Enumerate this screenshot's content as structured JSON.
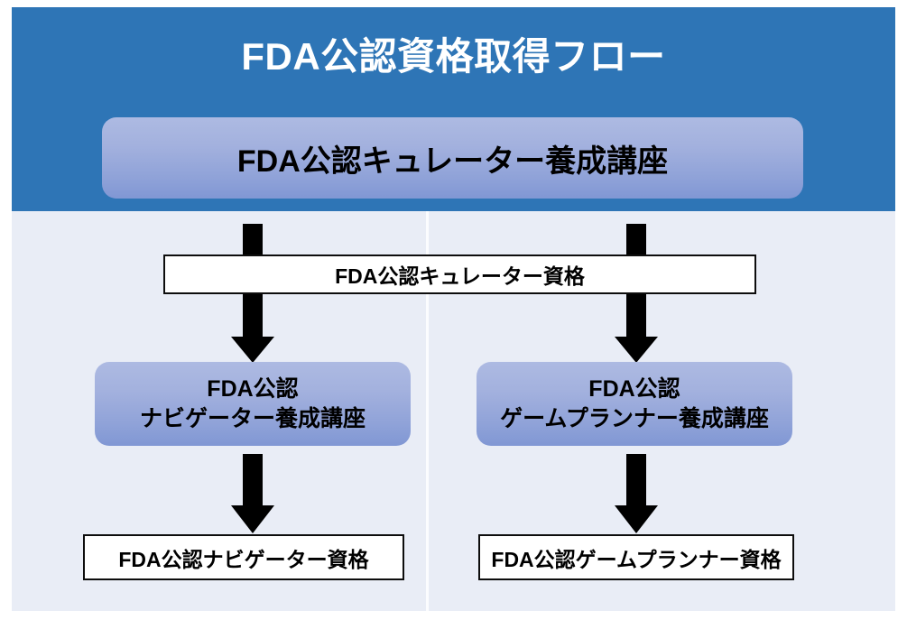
{
  "diagram": {
    "title": "FDA公認資格取得フロー",
    "header_color": "#2e75b6",
    "panel_color": "#e9edf6",
    "box_gradient_top": "#adbae2",
    "box_gradient_bottom": "#8097d4",
    "outline_color": "#0d0d0d"
  },
  "nodes": {
    "course_root": {
      "label": "FDA公認キュレーター養成講座",
      "type": "course",
      "shape": "rounded-gradient"
    },
    "cert_root": {
      "label": "FDA公認キュレーター資格",
      "type": "certificate",
      "shape": "white-outlined"
    },
    "course_navigator": {
      "label_line1": "FDA公認",
      "label_line2": "ナビゲーター養成講座",
      "type": "course",
      "shape": "rounded-gradient"
    },
    "course_game_planner": {
      "label_line1": "FDA公認",
      "label_line2": "ゲームプランナー養成講座",
      "type": "course",
      "shape": "rounded-gradient"
    },
    "cert_navigator": {
      "label": "FDA公認ナビゲーター資格",
      "type": "certificate",
      "shape": "white-outlined"
    },
    "cert_game_planner": {
      "label": "FDA公認ゲームプランナー資格",
      "type": "certificate",
      "shape": "white-outlined"
    }
  },
  "edges": [
    {
      "from": "course_root",
      "to": "cert_root",
      "branch": "left",
      "style": "stub"
    },
    {
      "from": "course_root",
      "to": "cert_root",
      "branch": "right",
      "style": "stub"
    },
    {
      "from": "cert_root",
      "to": "course_navigator",
      "style": "arrow-down"
    },
    {
      "from": "cert_root",
      "to": "course_game_planner",
      "style": "arrow-down"
    },
    {
      "from": "course_navigator",
      "to": "cert_navigator",
      "style": "arrow-down"
    },
    {
      "from": "course_game_planner",
      "to": "cert_game_planner",
      "style": "arrow-down"
    }
  ]
}
